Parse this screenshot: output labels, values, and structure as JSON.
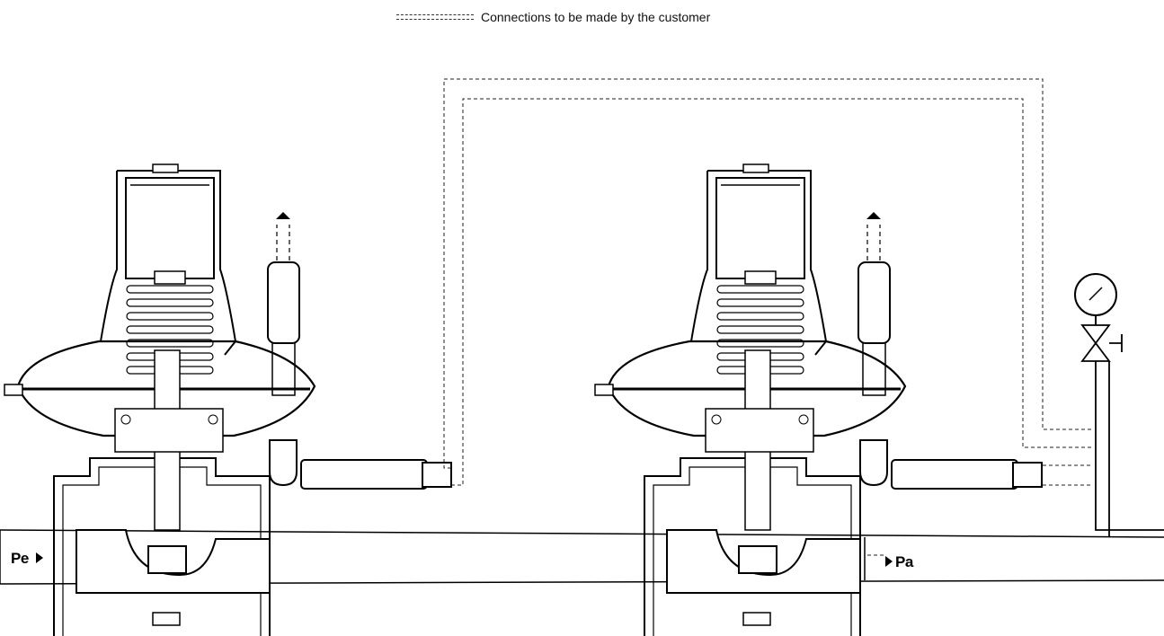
{
  "legend": {
    "text": "Connections to be made by the customer"
  },
  "labels": {
    "inlet": "Pe",
    "outlet": "Pa"
  },
  "icons": {
    "inlet_arrow": "arrow-right-icon",
    "outlet_arrow": "arrow-right-icon",
    "vent": "arrow-up-icon",
    "gauge": "pressure-gauge-icon",
    "valve": "shutoff-valve-icon"
  }
}
